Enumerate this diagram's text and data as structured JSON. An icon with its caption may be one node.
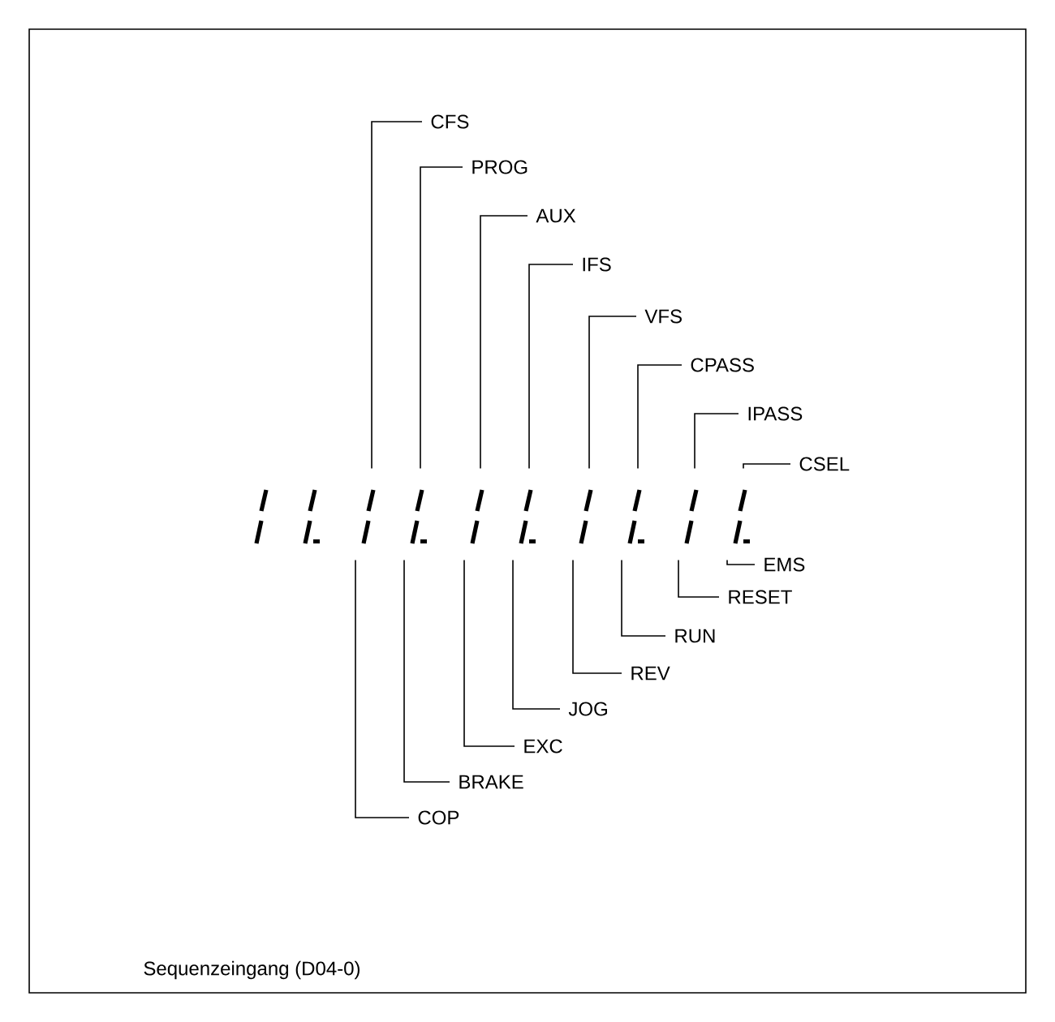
{
  "diagram": {
    "caption": "Sequenzeingang (D04-0)",
    "nodes": [
      {
        "text": [],
        "shape": "picture"
      },
      {
        "text": [],
        "shape": "picture"
      },
      {
        "text": [],
        "shape": "picture"
      },
      {
        "text": [],
        "shape": "picture"
      },
      {
        "text": [],
        "shape": "picture"
      },
      {
        "text": [],
        "shape": "picture"
      },
      {
        "text": [],
        "shape": "picture"
      },
      {
        "text": [],
        "shape": "picture"
      },
      {
        "text": [],
        "shape": "picture"
      },
      {
        "text": [],
        "shape": "picture"
      },
      {
        "text": [
          "CFS"
        ]
      },
      {
        "text": [
          "PROG"
        ]
      },
      {
        "text": [
          "AUX"
        ]
      },
      {
        "text": [
          "IFS"
        ]
      },
      {
        "text": [
          "VFS"
        ]
      },
      {
        "text": [
          "CPASS"
        ]
      },
      {
        "text": [
          "IPASS"
        ]
      },
      {
        "text": [
          "CSEL"
        ]
      },
      {
        "text": [
          "EMS"
        ]
      },
      {
        "text": [
          "RESET"
        ]
      },
      {
        "text": [
          "RUN"
        ]
      },
      {
        "text": [
          "REV"
        ]
      },
      {
        "text": [
          "JOG"
        ]
      },
      {
        "text": [
          "EXC"
        ]
      },
      {
        "text": [
          "BRAKE"
        ]
      },
      {
        "text": [
          "COP"
        ]
      }
    ],
    "edges": [
      {
        "from": 10,
        "to": 2,
        "arrow": "none"
      },
      {
        "from": 11,
        "to": 3,
        "arrow": "none"
      },
      {
        "from": 12,
        "to": 4,
        "arrow": "none"
      },
      {
        "from": 13,
        "to": 5,
        "arrow": "none"
      },
      {
        "from": 14,
        "to": 6,
        "arrow": "none"
      },
      {
        "from": 15,
        "to": 7,
        "arrow": "none"
      },
      {
        "from": 16,
        "to": 8,
        "arrow": "none"
      },
      {
        "from": 17,
        "to": 9,
        "arrow": "none"
      },
      {
        "from": 18,
        "to": 9,
        "arrow": "none"
      },
      {
        "from": 19,
        "to": 8,
        "arrow": "none"
      },
      {
        "from": 20,
        "to": 7,
        "arrow": "none"
      },
      {
        "from": 21,
        "to": 6,
        "arrow": "none"
      },
      {
        "from": 22,
        "to": 5,
        "arrow": "none"
      },
      {
        "from": 23,
        "to": 4,
        "arrow": "none"
      },
      {
        "from": 24,
        "to": 3,
        "arrow": "none"
      },
      {
        "from": 25,
        "to": 2,
        "arrow": "none"
      }
    ]
  }
}
